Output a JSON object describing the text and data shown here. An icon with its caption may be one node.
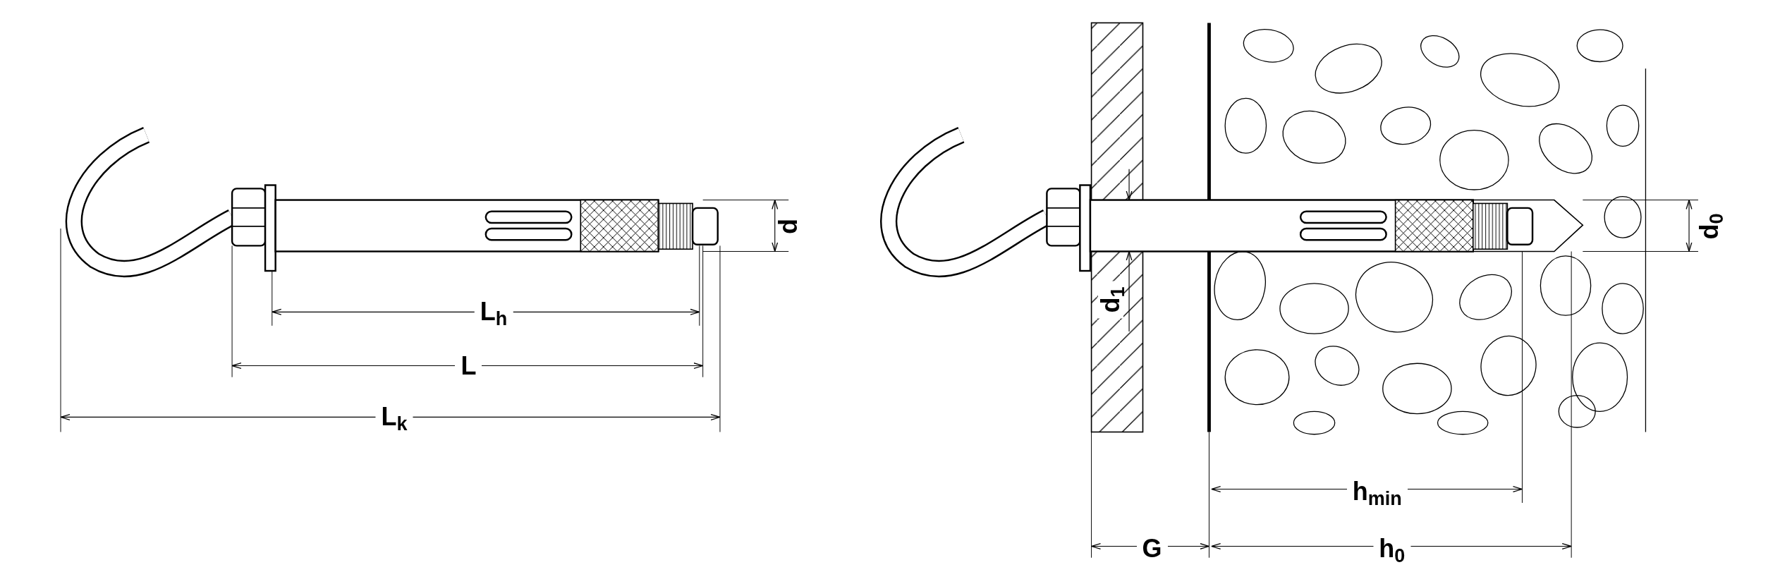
{
  "diagram": {
    "labels": [
      "d",
      "L$_{h}$",
      "L",
      "L$_{k}$",
      "d$_{1}$",
      "d$_{0}$",
      "h$_{min}$",
      "G",
      "h$_{0}$"
    ]
  }
}
